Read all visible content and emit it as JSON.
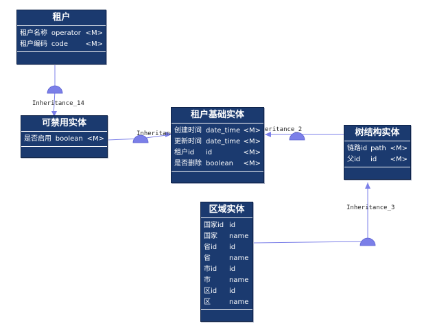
{
  "entities": {
    "tenant": {
      "title": "租户",
      "rows": [
        {
          "name": "租户名称",
          "code": "operator",
          "flag": "<M>"
        },
        {
          "name": "租户编码",
          "code": "code",
          "flag": "<M>"
        }
      ]
    },
    "disable": {
      "title": "可禁用实体",
      "rows": [
        {
          "name": "是否启用",
          "code": "boolean",
          "flag": "<M>"
        }
      ]
    },
    "base": {
      "title": "租户基础实体",
      "rows": [
        {
          "name": "创建时间",
          "code": "date_time",
          "flag": "<M>"
        },
        {
          "name": "更新时间",
          "code": "date_time",
          "flag": "<M>"
        },
        {
          "name": "租户id",
          "code": "id",
          "flag": "<M>"
        },
        {
          "name": "是否删除",
          "code": "boolean",
          "flag": "<M>"
        }
      ]
    },
    "tree": {
      "title": "树结构实体",
      "rows": [
        {
          "name": "链路id",
          "code": "path",
          "flag": "<M>"
        },
        {
          "name": "父id",
          "code": "id",
          "flag": "<M>"
        }
      ]
    },
    "region": {
      "title": "区域实体",
      "rows": [
        {
          "name": "国家id",
          "code": "id"
        },
        {
          "name": "国家",
          "code": "name"
        },
        {
          "name": "省id",
          "code": "id"
        },
        {
          "name": "省",
          "code": "name"
        },
        {
          "name": "市id",
          "code": "id"
        },
        {
          "name": "市",
          "code": "name"
        },
        {
          "name": "区id",
          "code": "id"
        },
        {
          "name": "区",
          "code": "name"
        }
      ]
    }
  },
  "links": {
    "inheritance_14": "Inheritance_14",
    "inheritance_a": "Inheritance_",
    "inheritance_b": "eritance_2",
    "inheritance_3": "Inheritance_3"
  },
  "colors": {
    "entity_fill": "#1b3a6f",
    "link": "#7b7fe8"
  }
}
